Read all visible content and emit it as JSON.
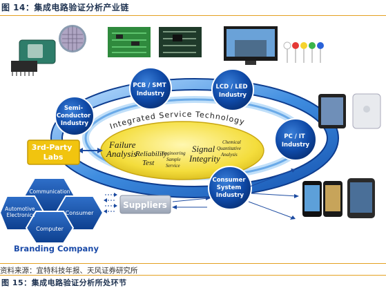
{
  "figure": {
    "title": "图 14：集成电路验证分析产业链",
    "source": "资料来源：宜特科技年报、天风证券研究所",
    "next_title": "图 15：集成电路验证分析所处环节"
  },
  "diagram": {
    "nodes": {
      "semi": [
        "Semi-",
        "Conductor",
        "Industry"
      ],
      "pcb": [
        "PCB / SMT",
        "Industry"
      ],
      "lcd": [
        "LCD / LED",
        "Industry"
      ],
      "pc": [
        "PC / IT",
        "Industry"
      ],
      "consumer_sys": [
        "Consumer",
        "System",
        "Industry"
      ]
    },
    "third_party": [
      "3rd-Party",
      "Labs"
    ],
    "ring_text": "Integrated Service Technology",
    "services": {
      "failure": [
        "Failure",
        "Analysis"
      ],
      "reliability": [
        "Reliability",
        "Test"
      ],
      "engineering": [
        "Engineering",
        "Sample",
        "Service"
      ],
      "signal": [
        "Signal",
        "Integrity"
      ],
      "chemical": [
        "Chemical",
        "Quantitative",
        "Analysis"
      ]
    },
    "branding": {
      "communication": "Communication",
      "automotive": [
        "Automotive",
        "Electronics"
      ],
      "consumer": "Consumer",
      "computer": "Computer",
      "label": "Branding Company"
    },
    "suppliers": "Suppliers"
  }
}
